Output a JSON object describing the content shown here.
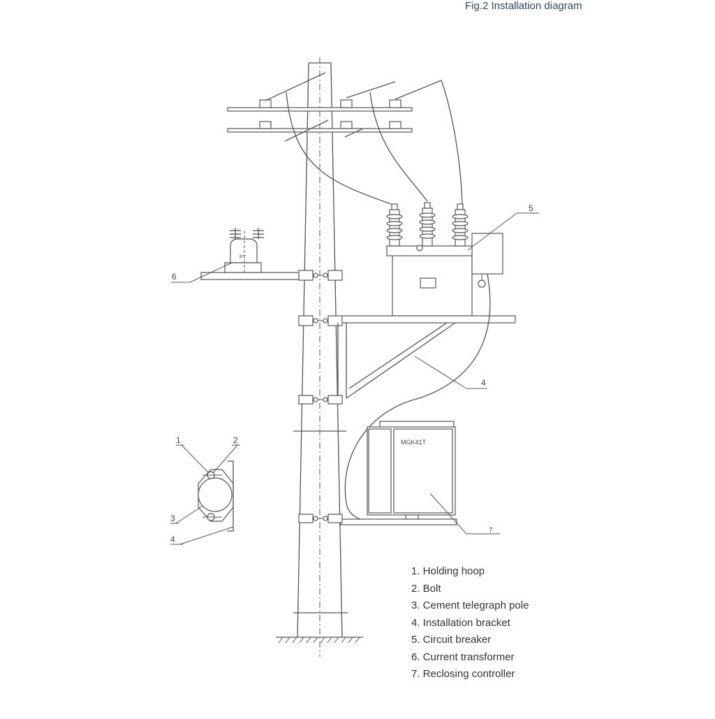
{
  "figure": {
    "title": "Fig.2 Installation diagram"
  },
  "callouts": [
    "1",
    "2",
    "3",
    "4",
    "4",
    "5",
    "6",
    "7"
  ],
  "labels": {
    "controller_model": "MGK41T",
    "transformer_mark": "PT"
  },
  "legend": [
    "1. Holding hoop",
    "2. Bolt",
    "3. Cement telegraph pole",
    "4. Installation bracket",
    "5. Circuit breaker",
    "6. Current transformer",
    "7. Reclosing controller"
  ]
}
